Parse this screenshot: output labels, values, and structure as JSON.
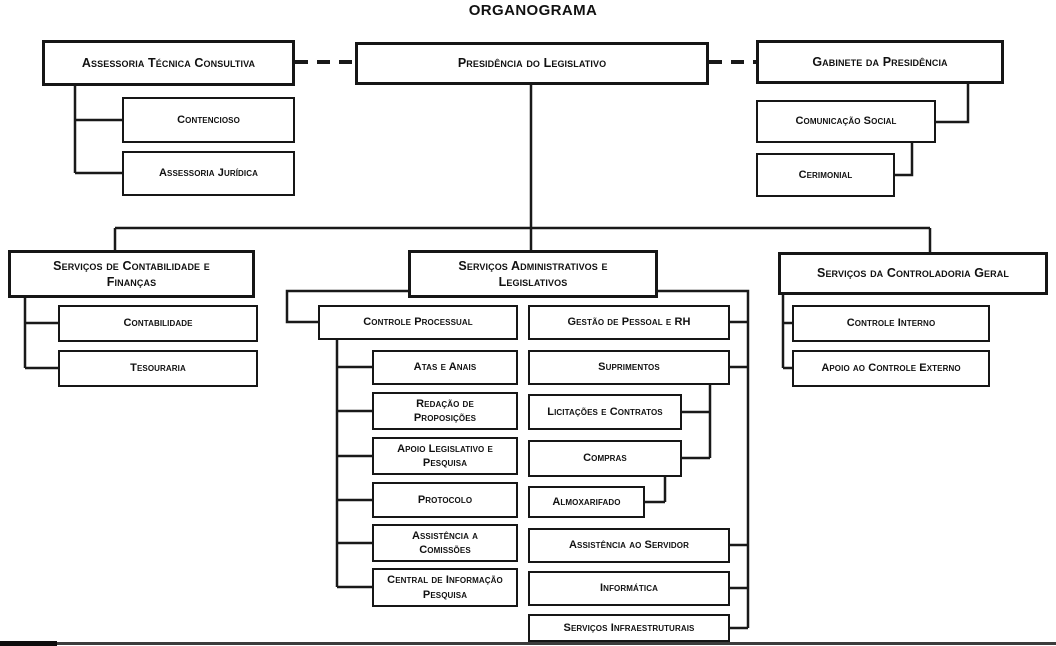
{
  "title": "ORGANOGRAMA",
  "top": {
    "assessoria_tecnica": "Assessoria Técnica Consultiva",
    "presidencia": "Presidência do Legislativo",
    "gabinete": "Gabinete da Presidência",
    "contencioso": "Contencioso",
    "assessoria_juridica": "Assessoria Jurídica",
    "comunicacao_social": "Comunicação Social",
    "cerimonial": "Cerimonial"
  },
  "contabilidade_branch": {
    "head": "Serviços de Contabilidade e\nFinanças",
    "contabilidade": "Contabilidade",
    "tesouraria": "Tesouraria"
  },
  "administrativos_branch": {
    "head": "Serviços Administrativos e\nLegislativos",
    "controle_processual": "Controle Processual",
    "atas_anais": "Atas e Anais",
    "redacao_proposicoes": "Redação de\nProposições",
    "apoio_legislativo_pesquisa": "Apoio Legislativo e\nPesquisa",
    "protocolo": "Protocolo",
    "assistencia_comissoes": "Assistência a\nComissões",
    "central_informacao_pesquisa": "Central de Informação\nPesquisa",
    "gestao_pessoal_rh": "Gestão de Pessoal e RH",
    "suprimentos": "Suprimentos",
    "licitacoes_contratos": "Licitações e Contratos",
    "compras": "Compras",
    "almoxarifado": "Almoxarifado",
    "assistencia_servidor": "Assistência ao Servidor",
    "informatica": "Informática",
    "servicos_infraestruturais": "Serviços Infraestruturais"
  },
  "controladoria_branch": {
    "head": "Serviços da Controladoria Geral",
    "controle_interno": "Controle Interno",
    "apoio_controle_externo": "Apoio ao Controle Externo"
  },
  "colors": {
    "line": "#191919",
    "box_border": "#161616",
    "background": "#ffffff"
  }
}
